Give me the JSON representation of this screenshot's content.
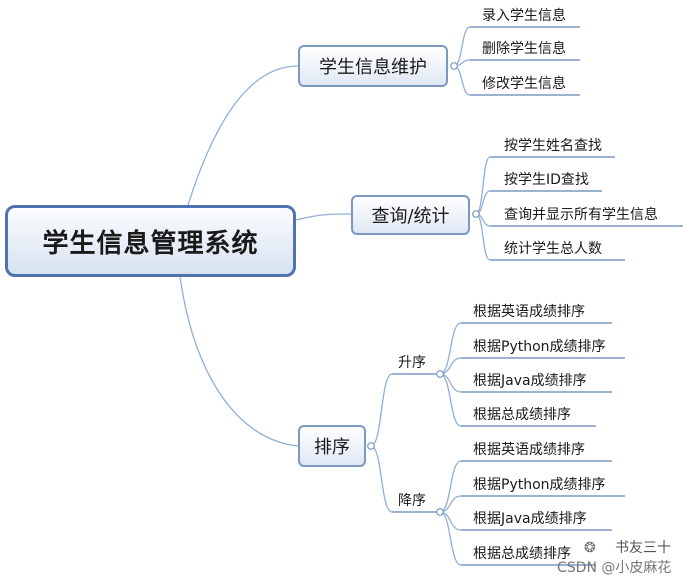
{
  "root": "学生信息管理系统",
  "branches": [
    {
      "label": "学生信息维护",
      "leaves": [
        "录入学生信息",
        "删除学生信息",
        "修改学生信息"
      ]
    },
    {
      "label": "查询/统计",
      "leaves": [
        "按学生姓名查找",
        "按学生ID查找",
        "查询并显示所有学生信息",
        "统计学生总人数"
      ]
    },
    {
      "label": "排序",
      "groups": [
        {
          "label": "升序",
          "leaves": [
            "根据英语成绩排序",
            "根据Python成绩排序",
            "根据Java成绩排序",
            "根据总成绩排序"
          ]
        },
        {
          "label": "降序",
          "leaves": [
            "根据英语成绩排序",
            "根据Python成绩排序",
            "根据Java成绩排序",
            "根据总成绩排序"
          ]
        }
      ]
    }
  ],
  "watermark": {
    "text": "CSDN @小皮麻花",
    "overlay": "书友三十"
  },
  "colors": {
    "connector": "#8fb0d6",
    "underline": "#7c98c2",
    "box_border": "#7c98c2",
    "root_border": "#4f74ad"
  }
}
